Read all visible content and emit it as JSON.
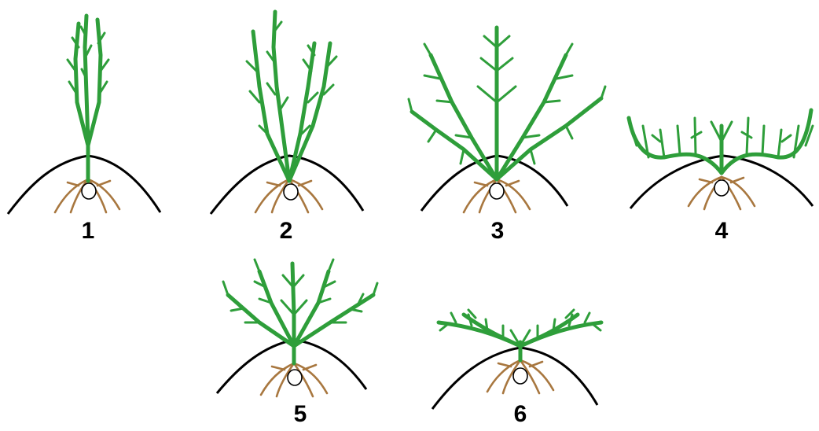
{
  "colors": {
    "foliage": "#2e9e3a",
    "roots": "#a8773f",
    "soil_line": "#000000",
    "background": "#ffffff"
  },
  "plants": [
    {
      "label": "1",
      "form": "erect-narrow"
    },
    {
      "label": "2",
      "form": "erect-multi-stem"
    },
    {
      "label": "3",
      "form": "spreading-upright"
    },
    {
      "label": "4",
      "form": "semi-prostrate-arching"
    },
    {
      "label": "5",
      "form": "spreading-fan"
    },
    {
      "label": "6",
      "form": "prostrate-flat"
    }
  ]
}
